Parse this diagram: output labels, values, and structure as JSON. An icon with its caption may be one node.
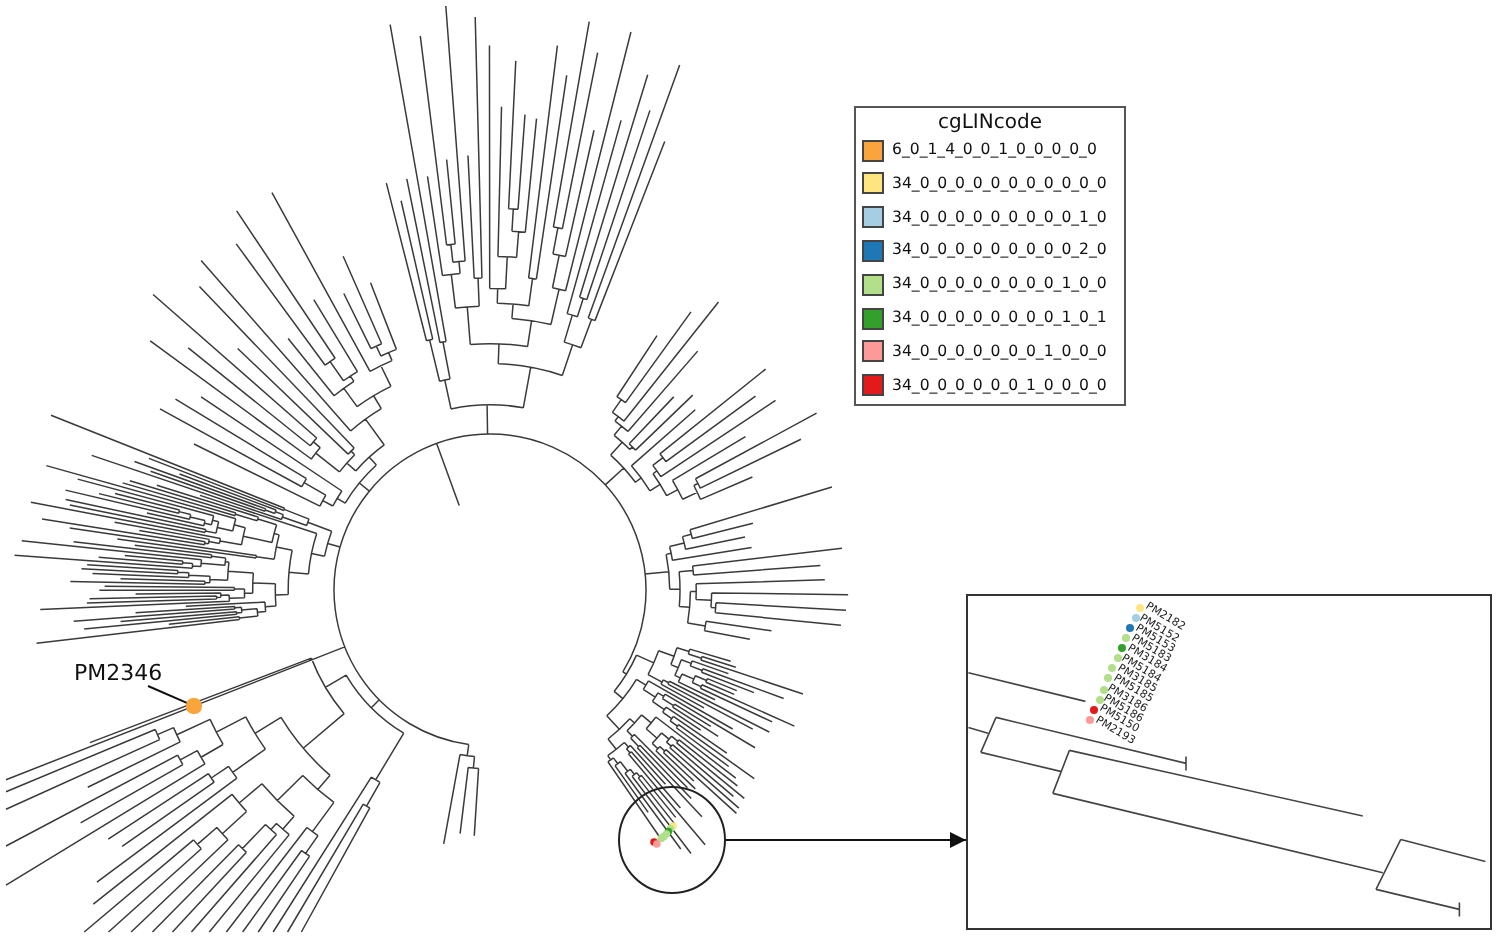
{
  "diagram": {
    "nodes": [
      {
        "text": [
          "PM2346"
        ]
      },
      {
        "text": [],
        "shape": "circle"
      },
      {
        "text": [],
        "shape": "circle"
      },
      {
        "text": [
          "PM2182",
          "PM5152",
          "PM5153",
          "PM5183",
          "PM3184",
          "PM5184",
          "PM3185",
          "PM5185",
          "PM3186",
          "PM5186",
          "PM5150",
          "PM2193"
        ]
      }
    ],
    "edges": [
      {
        "from": 0,
        "to": 1,
        "arrow": "none"
      },
      {
        "from": 2,
        "to": 3,
        "arrow": "to"
      }
    ],
    "labels": [
      "cgLINcode"
    ],
    "legend": [
      {
        "text": "6_0_1_4_0_0_1_0_0_0_0_0",
        "color": "#f9a43c"
      },
      {
        "text": "34_0_0_0_0_0_0_0_0_0_0_0",
        "color": "#ffe57f"
      },
      {
        "text": "34_0_0_0_0_0_0_0_0_0_1_0",
        "color": "#a6cee3"
      },
      {
        "text": "34_0_0_0_0_0_0_0_0_0_2_0",
        "color": "#1f78b4"
      },
      {
        "text": "34_0_0_0_0_0_0_0_0_1_0_0",
        "color": "#b2df8a"
      },
      {
        "text": "34_0_0_0_0_0_0_0_0_1_0_1",
        "color": "#33a02c"
      },
      {
        "text": "34_0_0_0_0_0_0_0_1_0_0_0",
        "color": "#fb9a99"
      },
      {
        "text": "34_0_0_0_0_0_0_1_0_0_0_0",
        "color": "#e31a1c"
      }
    ]
  }
}
